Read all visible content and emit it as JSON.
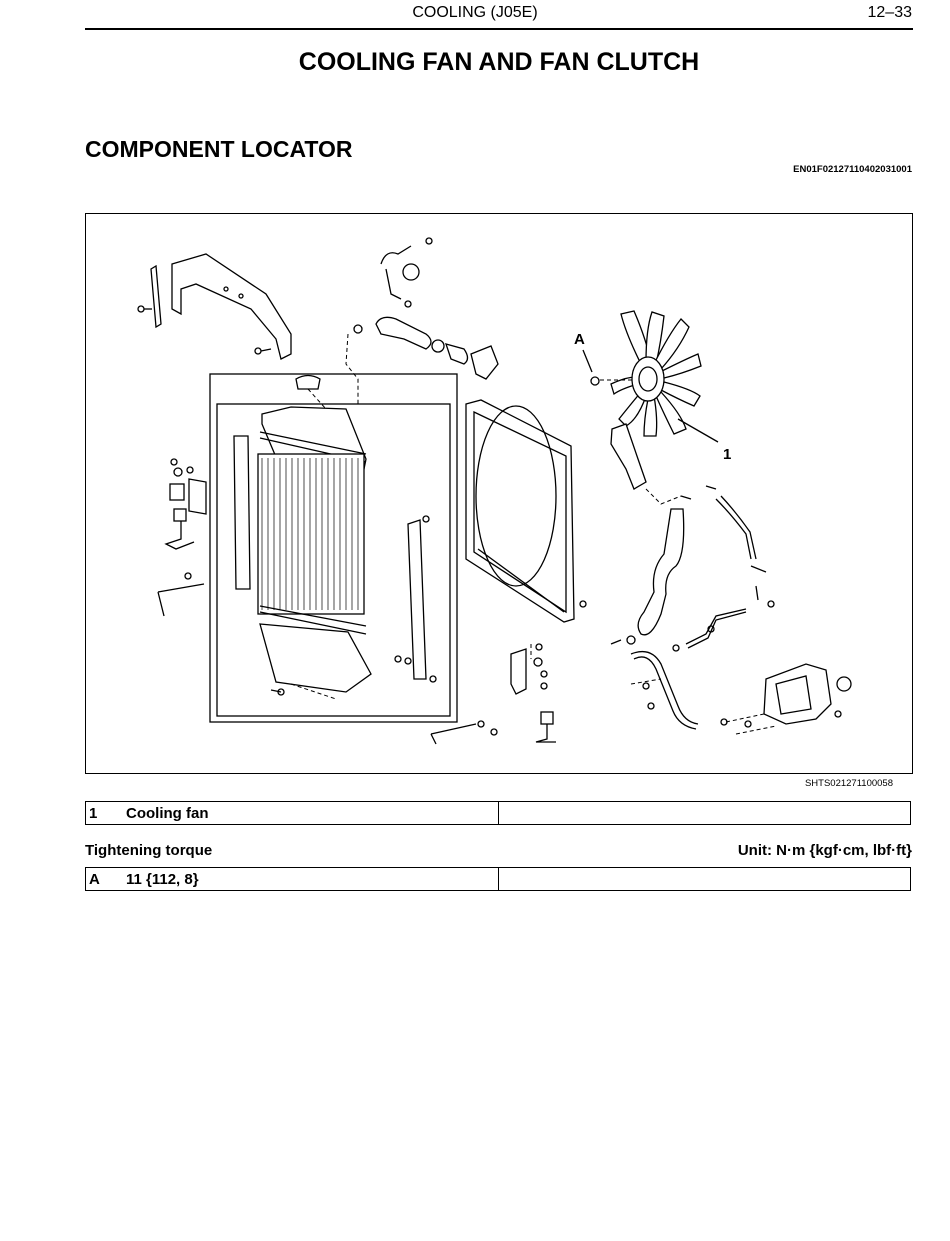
{
  "header": {
    "section": "COOLING (J05E)",
    "page": "12–33"
  },
  "title": "COOLING FAN AND FAN CLUTCH",
  "subtitle": "COMPONENT LOCATOR",
  "doc_id": "EN01F02127110402031001",
  "figure": {
    "id": "SHTS021271100058",
    "callouts": {
      "a": "A",
      "n1": "1"
    }
  },
  "parts_table": [
    {
      "key": "1",
      "name": "Cooling fan"
    }
  ],
  "torque": {
    "label": "Tightening torque",
    "unit": "Unit: N·m {kgf·cm, lbf·ft}",
    "rows": [
      {
        "key": "A",
        "value": "11 {112, 8}"
      }
    ]
  }
}
